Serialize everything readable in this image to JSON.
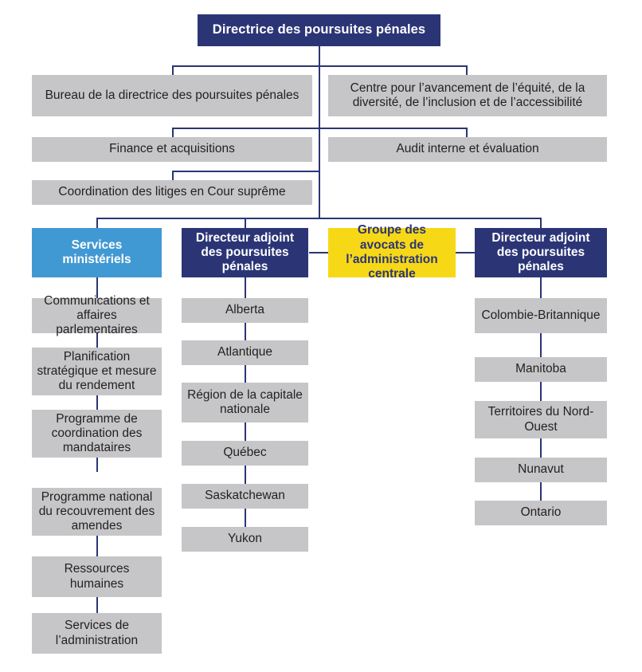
{
  "title": "Organigramme - Service des poursuites penales du Canada",
  "colors": {
    "navy": "#2b3576",
    "light_blue": "#4199d3",
    "yellow": "#f7d817",
    "grey": "#c6c6c8",
    "line": "#2b3576",
    "grey_text": "#231f20",
    "white_text": "#ffffff"
  },
  "root": {
    "label": "Directrice des poursuites pénales",
    "style": "navy"
  },
  "staff_units": [
    {
      "label": "Bureau de la directrice des poursuites pénales",
      "style": "grey",
      "side": "left"
    },
    {
      "label": "Centre pour l’avancement de l’équité, de la diversité, de l’inclusion et de l’accessibilité",
      "style": "grey",
      "side": "right"
    },
    {
      "label": "Finance et acquisitions",
      "style": "grey",
      "side": "left"
    },
    {
      "label": "Audit interne et évaluation",
      "style": "grey",
      "side": "right"
    },
    {
      "label": "Coordination des litiges en Cour suprême",
      "style": "grey",
      "side": "left"
    }
  ],
  "columns": [
    {
      "header": {
        "label": "Services ministériels",
        "style": "light-blue"
      },
      "items": [
        {
          "label": "Communications et affaires parlementaires"
        },
        {
          "label": "Planification stratégique et mesure du rendement"
        },
        {
          "label": "Programme de coordination des mandataires"
        },
        {
          "label": "Programme national du recouvrement des amendes"
        },
        {
          "label": "Ressources humaines"
        },
        {
          "label": "Services de l’administration"
        }
      ]
    },
    {
      "header": {
        "label": "Directeur adjoint des poursuites pénales",
        "style": "navy"
      },
      "items": [
        {
          "label": "Alberta"
        },
        {
          "label": "Atlantique"
        },
        {
          "label": "Région de la capitale nationale"
        },
        {
          "label": "Québec"
        },
        {
          "label": "Saskatchewan"
        },
        {
          "label": "Yukon"
        }
      ]
    },
    {
      "header": {
        "label": "Groupe des avocats de l’administration centrale",
        "style": "yellow"
      },
      "items": []
    },
    {
      "header": {
        "label": "Directeur adjoint des poursuites pénales",
        "style": "navy"
      },
      "items": [
        {
          "label": "Colombie-Britannique"
        },
        {
          "label": "Manitoba"
        },
        {
          "label": "Territoires du Nord-Ouest"
        },
        {
          "label": "Nunavut"
        },
        {
          "label": "Ontario"
        }
      ]
    }
  ]
}
